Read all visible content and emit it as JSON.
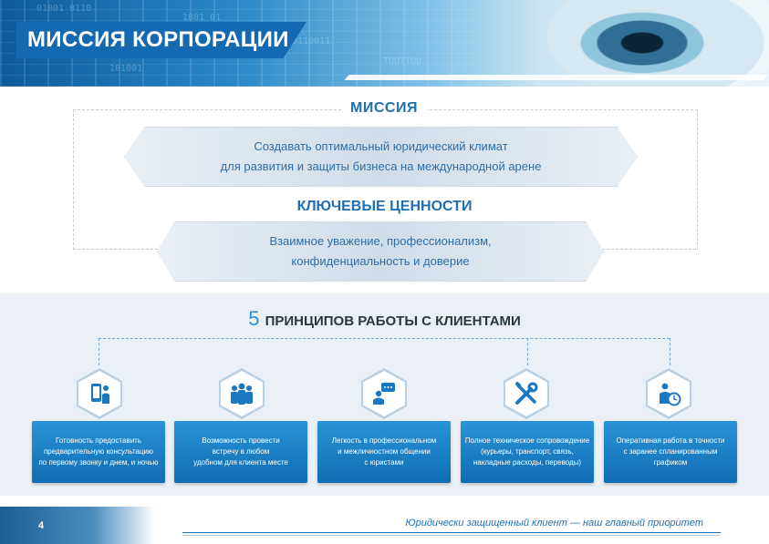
{
  "header": {
    "title": "МИССИЯ КОРПОРАЦИИ"
  },
  "mission": {
    "label": "МИССИЯ",
    "line1": "Создавать оптимальный юридический климат",
    "line2": "для развития и защиты бизнеса на международной арене"
  },
  "values": {
    "label": "КЛЮЧЕВЫЕ ЦЕННОСТИ",
    "line1": "Взаимное уважение, профессионализм,",
    "line2": "конфиденциальность и доверие"
  },
  "principles": {
    "number": "5",
    "title": "ПРИНЦИПОВ РАБОТЫ С КЛИЕНТАМИ",
    "items": [
      {
        "icon": "phone-person-icon",
        "lines": [
          "Готовность предоставить",
          "предварительную консультацию",
          "по первому звонку и днем, и ночью"
        ]
      },
      {
        "icon": "people-group-icon",
        "lines": [
          "Возможность провести",
          "встречу в любом",
          "удобном для клиента месте"
        ]
      },
      {
        "icon": "chat-person-icon",
        "lines": [
          "Легкость в профессиональном",
          "и межличностном общении",
          "с юристами"
        ]
      },
      {
        "icon": "tools-icon",
        "lines": [
          "Полное техническое сопровождение",
          "(курьеры, транспорт, связь,",
          "накладные расходы, переводы)"
        ]
      },
      {
        "icon": "clock-person-icon",
        "lines": [
          "Оперативная работа в точности",
          "с заранее спланированным",
          "графиком"
        ]
      }
    ]
  },
  "footer": {
    "page": "4",
    "slogan": "Юридически защищенный клиент — наш главный приоритет"
  },
  "colors": {
    "brand_blue": "#1469b1",
    "card_blue": "#1a7fc4",
    "panel_bg": "#eaf0f5"
  }
}
